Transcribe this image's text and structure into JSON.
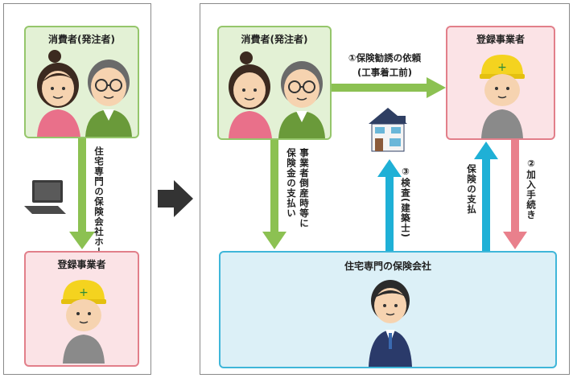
{
  "left_panel": {
    "consumer_box": {
      "title": "消費者(発注者)"
    },
    "arrow_text": "住宅専門の保険会社ホームページで検索",
    "contractor_box": {
      "title": "登録事業者"
    }
  },
  "right_panel": {
    "consumer_box": {
      "title": "消費者(発注者)"
    },
    "contractor_box": {
      "title": "登録事業者"
    },
    "insurer_box": {
      "title": "住宅専門の保険会社"
    },
    "step1": {
      "line1": "①保険勧誘の依頼",
      "line2": "(工事着工前)"
    },
    "step2": "②加入手続き",
    "step3": "③検査(建築士)",
    "payout_bankrupt": {
      "col1": "事業者倒産時等に",
      "col2": "保険金の支払い"
    },
    "payout_insurance": "保険の支払"
  },
  "colors": {
    "green_arrow": "#8cc152",
    "blue_arrow": "#1fb0d6",
    "pink_arrow": "#e9808c",
    "big_arrow": "#333333"
  },
  "icons": {
    "laptop": "laptop-icon",
    "house": "house-icon",
    "helmet_worker": "construction-worker-icon",
    "businessman": "businessman-icon"
  }
}
